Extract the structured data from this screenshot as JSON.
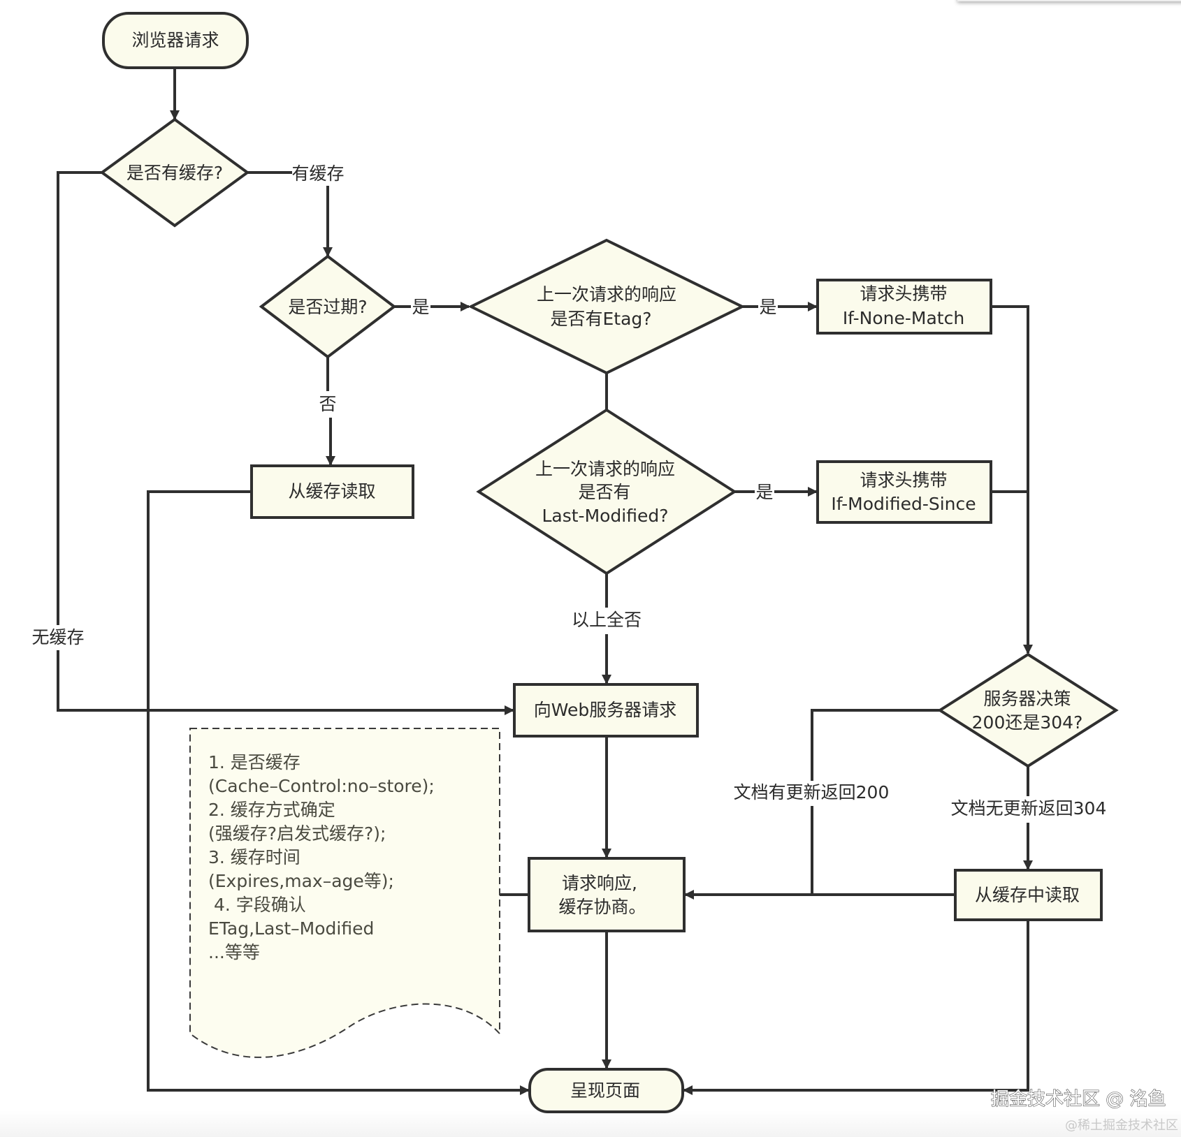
{
  "colors": {
    "node_fill": "#fbfbec",
    "stroke": "#2f2f2f",
    "note_fill": "#fdfdf0",
    "background": "#ffffff"
  },
  "nodes": {
    "start": "浏览器请求",
    "has_cache": "是否有缓存?",
    "expired": "是否过期?",
    "read_cache": "从缓存读取",
    "etag_q": [
      "上一次请求的响应",
      "是否有Etag?"
    ],
    "if_none_match": [
      "请求头携带",
      "If-None-Match"
    ],
    "last_mod_q": [
      "上一次请求的响应",
      "是否有",
      "Last-Modified?"
    ],
    "if_modified_since": [
      "请求头携带",
      "If-Modified-Since"
    ],
    "web_request": "向Web服务器请求",
    "server_decision": [
      "服务器决策",
      "200还是304?"
    ],
    "response": [
      "请求响应,",
      "缓存协商。"
    ],
    "read_cache_304": "从缓存中读取",
    "render": "呈现页面"
  },
  "edge_labels": {
    "has_cache_yes": "有缓存",
    "no_cache": "无缓存",
    "expired_yes": "是",
    "expired_no": "否",
    "etag_yes": "是",
    "last_mod_yes": "是",
    "all_no": "以上全否",
    "updated_200": "文档有更新返回200",
    "not_updated_304": "文档无更新返回304"
  },
  "note": {
    "lines": [
      "1. 是否缓存",
      "(Cache–Control:no–store);",
      "2. 缓存方式确定",
      "(强缓存?启发式缓存?);",
      "3. 缓存时间",
      "(Expires,max–age等);",
      " 4. 字段确认",
      "ETag,Last–Modified",
      "...等等"
    ]
  },
  "watermark": {
    "main": "掘金技术社区 @ 洺鱼",
    "sub": "@稀土掘金技术社区"
  }
}
